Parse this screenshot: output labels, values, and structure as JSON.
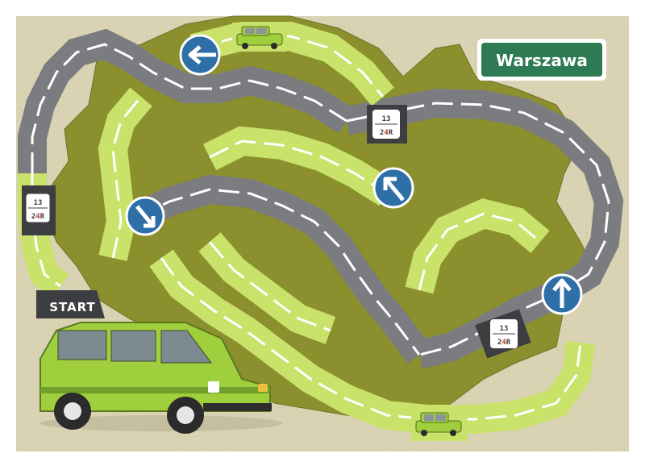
{
  "game": {
    "destination_sign": "Warszawa",
    "start_label": "START",
    "plate_top": "13",
    "plate_bottom_prefix": "2",
    "plate_bottom_highlight": "4",
    "plate_bottom_suffix": "R"
  },
  "colors": {
    "background": "#d9d2b3",
    "map_fill": "#8c8f2e",
    "road_gray": "#7a7c7f",
    "road_green": "#c8e26a",
    "stripe": "#ffffff",
    "arrow_blue": "#2f6fa8",
    "sign_green": "#2e7a52",
    "car_green": "#9fcf3c",
    "start_dark": "#3c3e41",
    "plate_red": "#c0392b"
  },
  "icons": {
    "arrow_tiles": [
      "arrow-left-icon",
      "arrow-down-right-icon",
      "arrow-up-left-icon",
      "arrow-up-right-icon"
    ],
    "car_tiles": [
      "car-tile-icon",
      "car-tile-icon"
    ],
    "plate_tiles": [
      "license-plate-icon",
      "license-plate-icon",
      "license-plate-icon"
    ],
    "car_illustration": "green-car-icon"
  }
}
